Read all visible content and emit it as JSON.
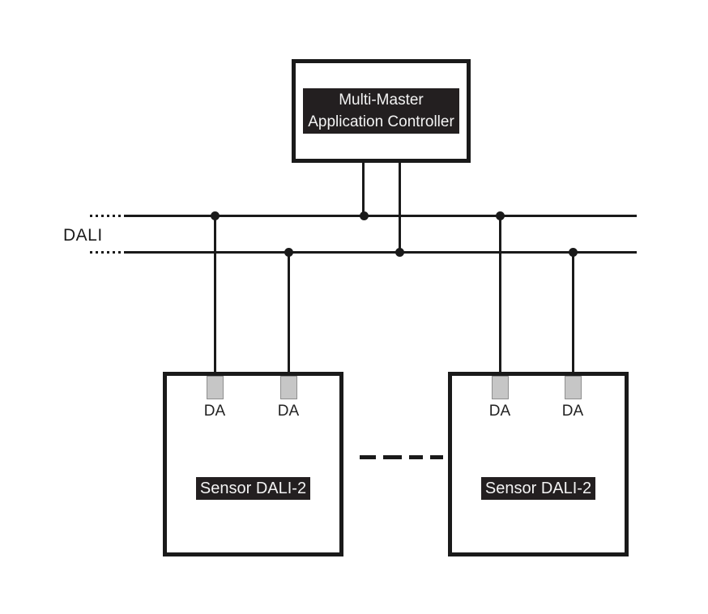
{
  "controller": {
    "label_line1": "Multi-Master",
    "label_line2": "Application Controller"
  },
  "bus": {
    "label": "DALI"
  },
  "sensors": [
    {
      "label": "Sensor DALI-2",
      "terminals": [
        "DA",
        "DA"
      ]
    },
    {
      "label": "Sensor DALI-2",
      "terminals": [
        "DA",
        "DA"
      ]
    }
  ],
  "colors": {
    "line": "#1a1a1a",
    "label_bg": "#231f20",
    "label_text": "#f3f3f3",
    "terminal_fill": "#c6c6c6",
    "terminal_border": "#8f8f8f",
    "background": "#ffffff"
  }
}
